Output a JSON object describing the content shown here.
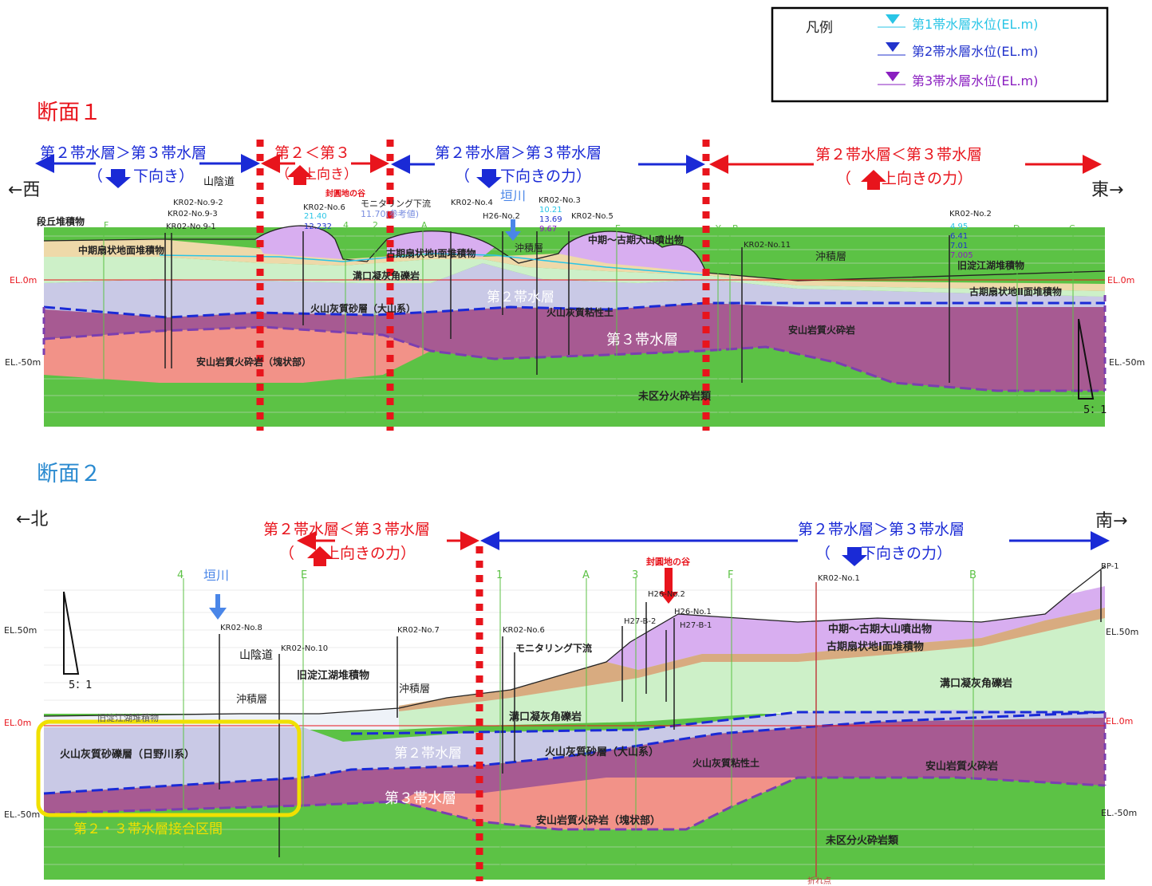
{
  "legend": {
    "title": "凡例",
    "items": [
      {
        "label": "第1帯水層水位(EL.m)",
        "color": "#29c5e6"
      },
      {
        "label": "第2帯水層水位(EL.m)",
        "color": "#2233cc"
      },
      {
        "label": "第3帯水層水位(EL.m)",
        "color": "#8a1fc0"
      }
    ]
  },
  "colors": {
    "red": "#e8141c",
    "blue": "#1a2ad6",
    "green_layer": "#5cc245",
    "light_green": "#cdf0c8",
    "lavender": "#c9c9e6",
    "magenta": "#a75a92",
    "salmon": "#f29288",
    "violet": "#d8aef0",
    "tan": "#d8ab80",
    "yellow": "#f0e000"
  },
  "section1": {
    "title": "断面１",
    "dir_left": "←西",
    "dir_right": "東→",
    "zones": [
      {
        "text": "第２帯水層＞第３帯水層",
        "sub": "（　　下向き）"
      },
      {
        "text": "第２＜第３",
        "sub": "（　上向き）"
      },
      {
        "text": "第２帯水層＞第３帯水層",
        "sub": "（　　下向きの力）"
      },
      {
        "text": "第２帯水層＜第３帯水層",
        "sub": "（　　上向きの力）"
      }
    ],
    "labels": {
      "danoku": "段丘堆積物",
      "chuki_sen": "中期扇状地面堆積物",
      "sanindo": "山陰道",
      "funi": "封圓地の谷",
      "monitoring": "モニタリング下流",
      "monitoring_val": "11.70(参考値)",
      "kakigawa": "垣川",
      "chuki_daisen": "中期～古期大山噴出物",
      "koki_sen": "古期扇状地Ⅰ面堆積物",
      "okiseki": "沖積層",
      "okiseki_right": "沖積層",
      "mizoguchi": "溝口凝灰角礫岩",
      "kazan_daisen": "火山灰質砂層（大山系）",
      "kazan_nendo": "火山灰質粘性土",
      "dai2": "第２帯水層",
      "dai3": "第３帯水層",
      "anzan_right": "安山岩質火砕岩",
      "anzan_block": "安山岩質火砕岩（塊状部）",
      "mikubun": "未区分火砕岩類",
      "kyu_yodoe": "旧淀江湖堆積物",
      "koki_sen2": "古期扇状地Ⅱ面堆積物",
      "el0": "EL.0m",
      "el0_right": "EL.0m",
      "elm50": "EL.-50m",
      "elm50_right": "EL.-50m",
      "scale": "5：1"
    },
    "boreholes": [
      "KR02-No.9-2",
      "KR02-No.9-3",
      "KR02-No.9-1",
      "KR02-No.6",
      "KR02-No.4",
      "H26-No.2",
      "KR02-No.3",
      "KR02-No.5",
      "KR02-No.11",
      "KR02-No.2"
    ],
    "values_no6": [
      "21.40",
      "12.232"
    ],
    "values_no3": [
      "10.21",
      "13.69",
      "9.67"
    ],
    "values_no2": [
      "4.95",
      "6.41",
      "7.01",
      "7.005"
    ],
    "markers": [
      "F",
      "4",
      "2",
      "A",
      "E",
      "Y",
      "B",
      "D",
      "C"
    ]
  },
  "section2": {
    "title": "断面２",
    "dir_left": "←北",
    "dir_right": "南→",
    "zones": [
      {
        "text": "第２帯水層＜第３帯水層",
        "sub": "（　　上向きの力）"
      },
      {
        "text": "第２帯水層＞第３帯水層",
        "sub": "（　　下向きの力）"
      }
    ],
    "labels": {
      "kakigawa": "垣川",
      "sanindo": "山陰道",
      "funi": "封圓地の谷",
      "kyu_yodoe_top": "旧淀江湖堆積物",
      "kyu_yodoe": "旧淀江湖堆積物",
      "okiseki_left": "沖積層",
      "okiseki_mid": "沖積層",
      "monitoring": "モニタリング下流",
      "chuki_daisen": "中期～古期大山噴出物",
      "koki_sen": "古期扇状地Ⅰ面堆積物",
      "mizoguchi_right": "溝口凝灰角礫岩",
      "mizoguchi_mid": "溝口凝灰角礫岩",
      "kazan_hino": "火山灰質砂礫層（日野川系）",
      "kazan_daisen": "火山灰質砂層（大山系）",
      "kazan_nendo": "火山灰質粘性土",
      "dai2": "第２帯水層",
      "dai3": "第３帯水層",
      "anzan_right": "安山岩質火砕岩",
      "anzan_block": "安山岩質火砕岩（塊状部）",
      "mikubun": "未区分火砕岩類",
      "setsugou": "第２・３帯水層接合区間",
      "oreten": "折れ点",
      "el50": "EL.50m",
      "el50_right": "EL.50m",
      "el0": "EL.0m",
      "el0_right": "EL.0m",
      "elm50": "EL.-50m",
      "elm50_right": "EL.-50m",
      "scale": "5：1"
    },
    "boreholes": [
      "KR02-No.8",
      "KR02-No.10",
      "KR02-No.7",
      "KR02-No.6",
      "H26-No.2",
      "H26-No.1",
      "H27-B-2",
      "H27-B-1",
      "KR02-No.1",
      "BP-1"
    ],
    "markers": [
      "4",
      "E",
      "1",
      "A",
      "3",
      "F",
      "B"
    ]
  }
}
